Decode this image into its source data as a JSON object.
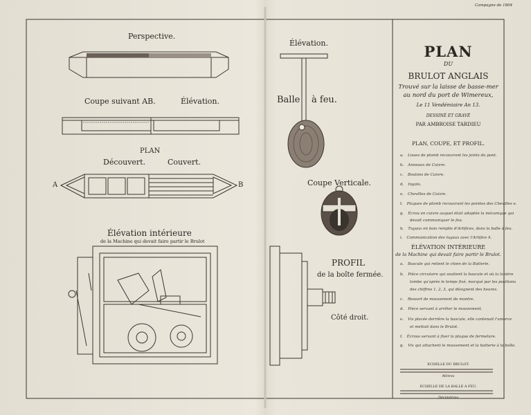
{
  "top_corner": "Campagne de 1804",
  "titles": {
    "perspective": "Perspective.",
    "elevation_top": "Élévation.",
    "coupe_ab": "Coupe suivant AB.",
    "elevation_mid": "Élévation.",
    "balle_a": "Balle",
    "balle_b": "à feu.",
    "plan": "PLAN",
    "decouvert": "Découvert.",
    "couvert": "Couvert.",
    "coupe_verticale": "Coupe Verticale.",
    "elevation_interieure": "Élévation intérieure",
    "machine_sub": "de la Machine qui devait faire partir le Brulot",
    "profil": "PROFIL",
    "boite": "de la boîte fermée.",
    "cote_droit": "Côté droit.",
    "label_A": "A",
    "label_B": "B"
  },
  "panel": {
    "plan": "PLAN",
    "du": "DU",
    "brulot": "BRULOT ANGLAIS",
    "line1": "Trouvé sur la laisse de basse-mer",
    "line2": "au nord du port de Wimereux,",
    "date": "Le 11 Vendémiaire An 13.",
    "dessine": "DESSINÉ ET GRAVÉ",
    "par": "PAR AMBROISE TARDIEU",
    "section1": "PLAN, COUPE, ET PROFIL.",
    "items1": [
      {
        "k": "a.",
        "t": "Lisses de plomb recouvrant les joints du pont."
      },
      {
        "k": "b.",
        "t": "Anneaux de Cuivre."
      },
      {
        "k": "c.",
        "t": "Boulons de Cuivre."
      },
      {
        "k": "d.",
        "t": "Ingots."
      },
      {
        "k": "e.",
        "t": "Chevilles de Cuivre."
      },
      {
        "k": "f.",
        "t": "Plaques de plomb recouvrant les pointes des Chevilles e."
      },
      {
        "k": "g.",
        "t": "Écrou en cuivre auquel était adaptée la mécanique qui"
      },
      {
        "k": "",
        "t": "devait communiquer le feu."
      },
      {
        "k": "h.",
        "t": "Tuyaux en bois remplis d'Artifices, dans la balle à feu."
      },
      {
        "k": "i.",
        "t": "Communication des tuyaux avec l'Artifice h."
      }
    ],
    "section2": "ÉLÉVATION INTÉRIEURE",
    "section2_sub": "de la Machine qui devait faire partir le Brulot.",
    "items2": [
      {
        "k": "a.",
        "t": "Bascule qui retient le chien de la Batterie."
      },
      {
        "k": "b.",
        "t": "Pièce circulaire qui soutient la bascule et où la lanière"
      },
      {
        "k": "",
        "t": "tombe qu'après le temps fixé, marqué par les positions"
      },
      {
        "k": "",
        "t": "des chiffres 1, 2, 3, qui désignent des heures."
      },
      {
        "k": "c.",
        "t": "Ressort de mouvement de montre."
      },
      {
        "k": "d.",
        "t": "Pièce servant à arrêter le mouvement."
      },
      {
        "k": "e.",
        "t": "Vis placée derrière la bascule, elle contenait l'amorce"
      },
      {
        "k": "",
        "t": "et mettait dans le Brulot."
      },
      {
        "k": "f.",
        "t": "Écrous servant à fixer la plaque de fermeture."
      },
      {
        "k": "g.",
        "t": "Vis qui attachent le mouvement et la batterie à la boîte."
      }
    ],
    "scale1": "ECHELLE DU BRULOT.",
    "scale1_unit": "Mètres",
    "scale2": "ECHELLE DE LA BALLE A FEU.",
    "scale2_unit": "Décimètres"
  },
  "colors": {
    "paper": "#e6e1d5",
    "ink": "#3a342e",
    "fill": "#5a5048"
  },
  "icons": [
    "boat-diagram",
    "fire-ball",
    "clockwork-mechanism",
    "box-profile"
  ]
}
